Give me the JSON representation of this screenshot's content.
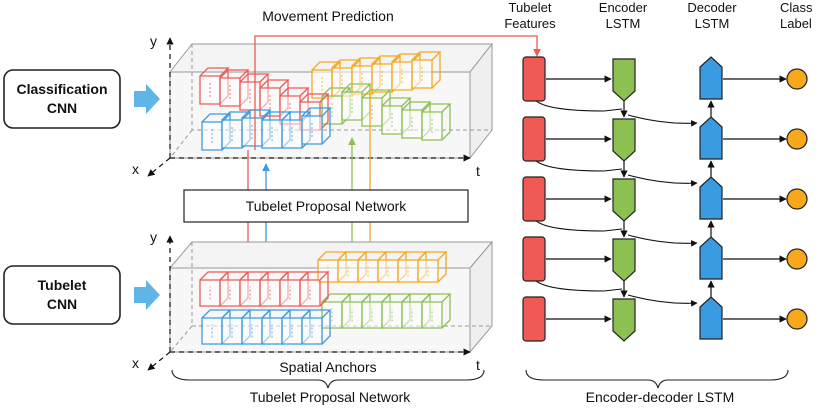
{
  "top_panel": {
    "title": "Movement Prediction",
    "y_axis": "y",
    "x_axis": "x",
    "t_axis": "t"
  },
  "bottom_panel": {
    "y_axis": "y",
    "x_axis": "x",
    "t_axis": "t",
    "caption": "Spatial Anchors"
  },
  "left_boxes": {
    "classification_cnn": [
      "Classification",
      "CNN"
    ],
    "tubelet_cnn": [
      "Tubelet",
      "CNN"
    ]
  },
  "middle_box": "Tubelet Proposal Network",
  "left_brace_label": "Tubelet Proposal Network",
  "right": {
    "headers": {
      "tubelet_features": [
        "Tubelet",
        "Features"
      ],
      "encoder": [
        "Encoder",
        "LSTM"
      ],
      "decoder": [
        "Decoder",
        "LSTM"
      ],
      "class": [
        "Class",
        "Label"
      ]
    },
    "brace_label": "Encoder-decoder LSTM",
    "rows": 5
  },
  "colors": {
    "red": "#ef5a55",
    "blue": "#3a9be0",
    "green": "#8cc152",
    "orange": "#f7a81b",
    "arrow": "#5fb4e8"
  }
}
